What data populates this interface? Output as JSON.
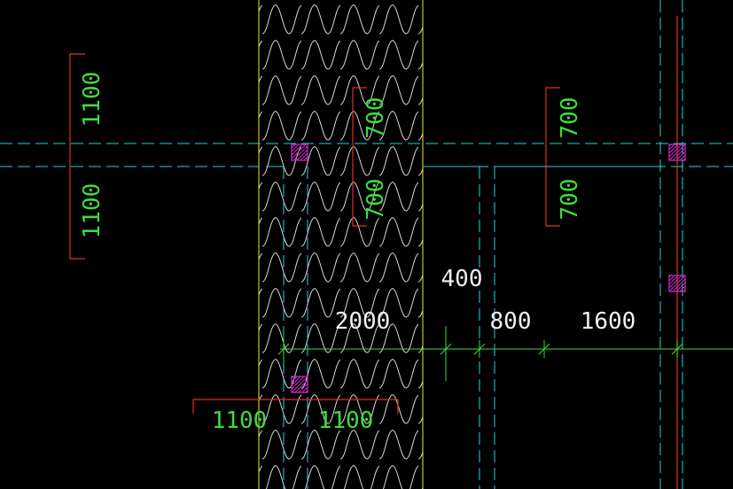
{
  "app": {
    "view": "CAD drawing viewport"
  },
  "colors": {
    "background": "#000000",
    "axis_line": "#26d4d4",
    "dimension_line": "#3ddc3d",
    "column_leader": "#e0302a",
    "wall_outline": "#e8e83a",
    "hatch_pattern": "#d8d8d8",
    "column_marker": "#d22bd2",
    "label_green": "#3ddc3d",
    "label_white": "#f0f0f0"
  },
  "dimensions": {
    "left_upper": "1100",
    "left_lower": "1100",
    "middle_upper": "700",
    "middle_lower": "700",
    "right_upper": "700",
    "right_lower": "700",
    "bottom_left": "1100",
    "bottom_right": "1100",
    "span_a": "2000",
    "span_b": "400",
    "span_c": "800",
    "span_d": "1600"
  },
  "markers": [
    {
      "name": "column-marker-top-left",
      "icon": "hatched-square-icon"
    },
    {
      "name": "column-marker-top-right",
      "icon": "hatched-square-icon"
    },
    {
      "name": "column-marker-mid-right",
      "icon": "hatched-square-icon"
    },
    {
      "name": "column-marker-bottom-left",
      "icon": "hatched-square-icon"
    }
  ]
}
